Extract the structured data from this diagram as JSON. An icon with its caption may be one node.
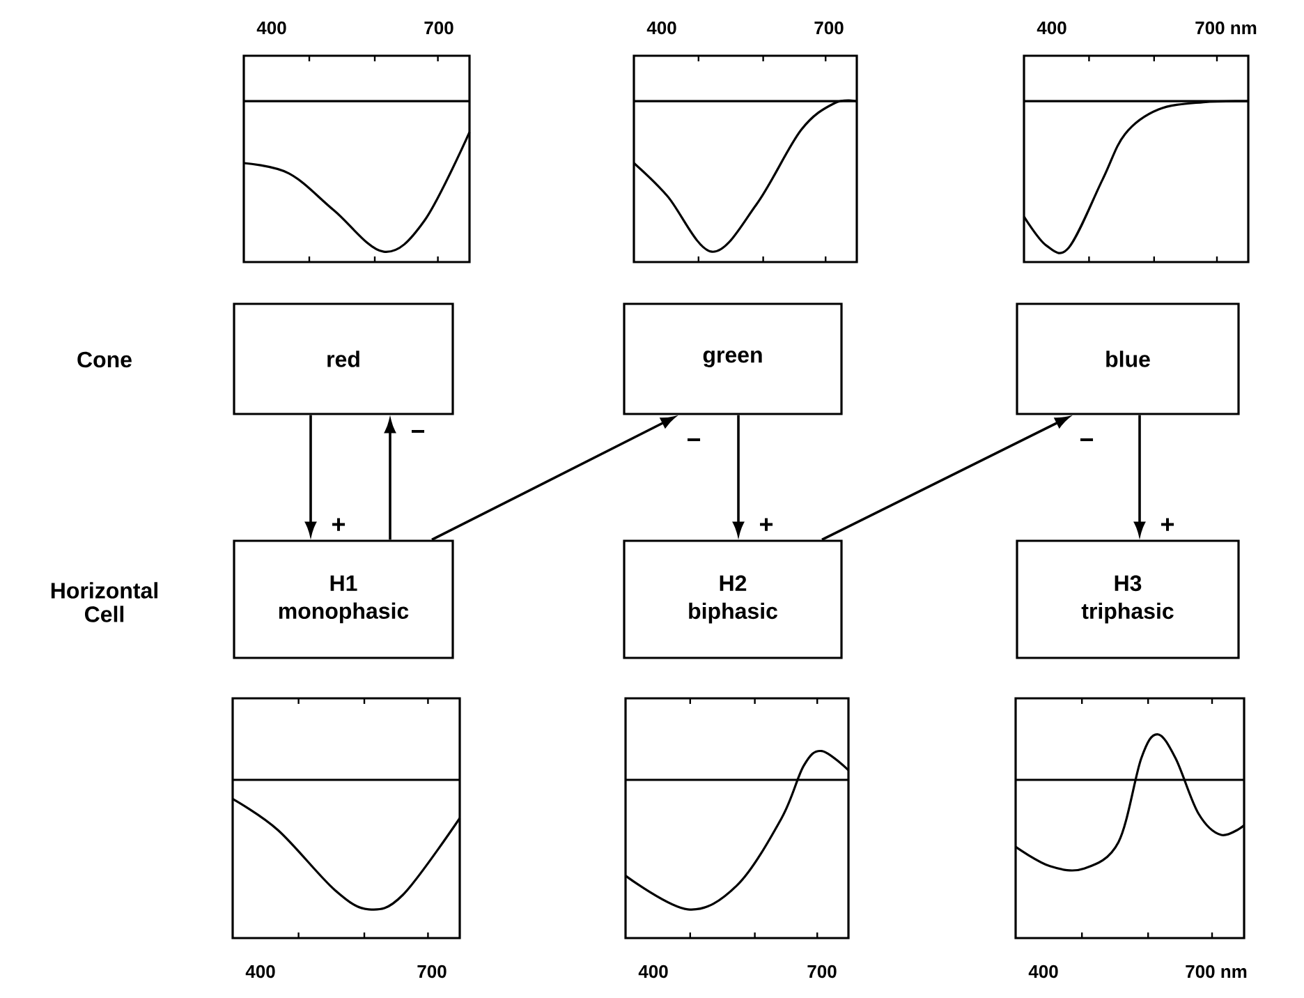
{
  "diagram": {
    "nodes": [
      {
        "text": [
          "red"
        ]
      },
      {
        "text": [
          "green"
        ]
      },
      {
        "text": [
          "blue"
        ]
      },
      {
        "text": [
          "H1",
          "monophasic"
        ]
      },
      {
        "text": [
          "H2",
          "biphasic"
        ]
      },
      {
        "text": [
          "H3",
          "triphasic"
        ]
      }
    ],
    "edges": [
      {
        "from": 0,
        "to": 3,
        "arrow": "to",
        "label": "+"
      },
      {
        "from": 3,
        "to": 0,
        "arrow": "to",
        "label": "−"
      },
      {
        "from": 3,
        "to": 1,
        "arrow": "to",
        "label": "−"
      },
      {
        "from": 1,
        "to": 4,
        "arrow": "to",
        "label": "+"
      },
      {
        "from": 4,
        "to": 2,
        "arrow": "to",
        "label": "−"
      },
      {
        "from": 2,
        "to": 5,
        "arrow": "to",
        "label": "+"
      }
    ],
    "labels": [
      "400",
      "700",
      "400",
      "700",
      "400",
      "700 nm",
      "Cone",
      "Horizontal Cell",
      "400",
      "700",
      "400",
      "700",
      "400",
      "700 nm"
    ]
  }
}
